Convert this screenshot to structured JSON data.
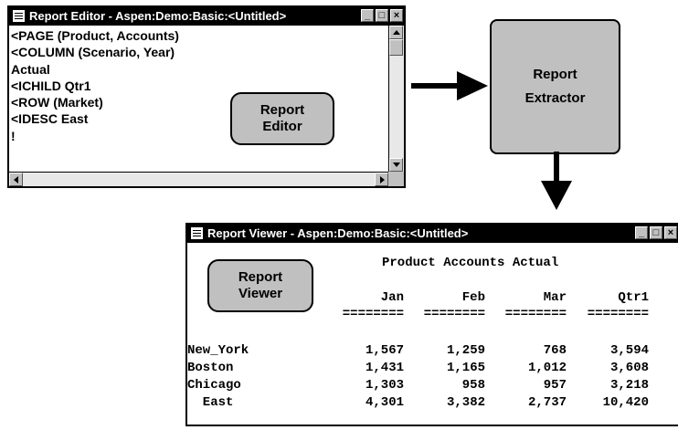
{
  "editor": {
    "title": "Report Editor - Aspen:Demo:Basic:<Untitled>",
    "lines": [
      "<PAGE (Product, Accounts)",
      "<COLUMN (Scenario, Year)",
      "Actual",
      "<ICHILD Qtr1",
      "<ROW (Market)",
      "<IDESC East",
      "!"
    ],
    "label_line1": "Report",
    "label_line2": "Editor"
  },
  "extractor": {
    "label_line1": "Report",
    "label_line2": "Extractor"
  },
  "viewer": {
    "title": "Report Viewer - Aspen:Demo:Basic:<Untitled>",
    "label_line1": "Report",
    "label_line2": "Viewer",
    "header": "Product Accounts Actual",
    "columns": [
      "Jan",
      "Feb",
      "Mar",
      "Qtr1"
    ],
    "separator": "========",
    "rows": [
      {
        "name": "New_York",
        "values": [
          "1,567",
          "1,259",
          "768",
          "3,594"
        ]
      },
      {
        "name": "Boston",
        "values": [
          "1,431",
          "1,165",
          "1,012",
          "3,608"
        ]
      },
      {
        "name": "Chicago",
        "values": [
          "1,303",
          "958",
          "957",
          "3,218"
        ]
      },
      {
        "name": "  East",
        "values": [
          "4,301",
          "3,382",
          "2,737",
          "10,420"
        ]
      }
    ]
  },
  "window_buttons": {
    "minimize": "_",
    "maximize": "□",
    "close": "×"
  }
}
